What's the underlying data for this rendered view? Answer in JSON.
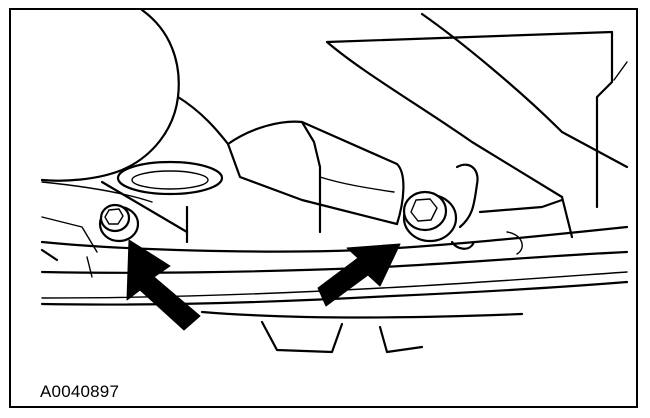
{
  "figure": {
    "id_label": "A0040897",
    "border_color": "#000000",
    "background_color": "#ffffff",
    "callout_arrows": 2,
    "fasteners_shown": 2
  }
}
